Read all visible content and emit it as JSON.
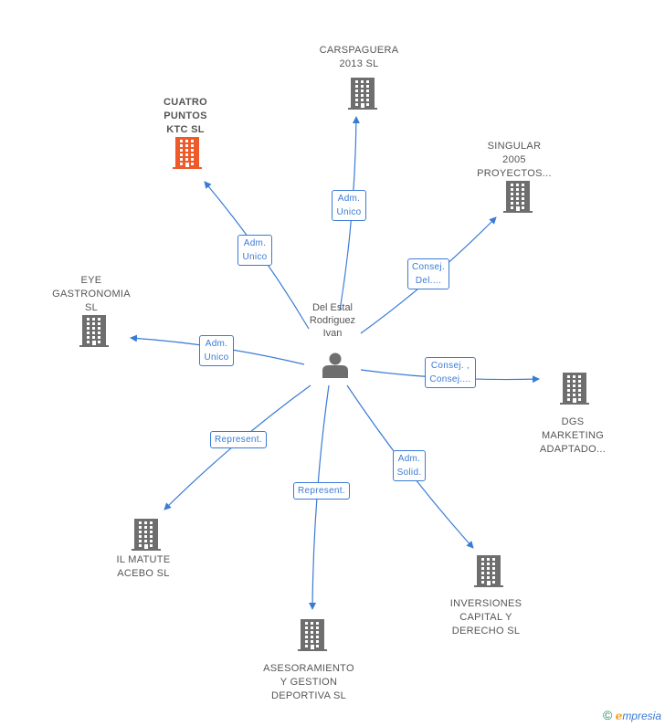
{
  "center": {
    "label": "Del Estal\nRodriguez\nIvan"
  },
  "nodes": [
    {
      "id": "carspaguera",
      "label": "CARSPAGUERA\n2013  SL",
      "highlight": false
    },
    {
      "id": "cuatro",
      "label": "CUATRO\nPUNTOS\nKTC  SL",
      "highlight": true
    },
    {
      "id": "singular",
      "label": "SINGULAR\n2005\nPROYECTOS...",
      "highlight": false
    },
    {
      "id": "eye",
      "label": "EYE\nGASTRONOMIA\nSL",
      "highlight": false
    },
    {
      "id": "dgs",
      "label": "DGS\nMARKETING\nADAPTADO...",
      "highlight": false
    },
    {
      "id": "matute",
      "label": "IL MATUTE\nACEBO SL",
      "highlight": false
    },
    {
      "id": "inversiones",
      "label": "INVERSIONES\nCAPITAL Y\nDERECHO SL",
      "highlight": false
    },
    {
      "id": "asesoramiento",
      "label": "ASESORAMIENTO\nY GESTION\nDEPORTIVA SL",
      "highlight": false
    }
  ],
  "edges": [
    {
      "to": "carspaguera",
      "label": "Adm.\nUnico"
    },
    {
      "to": "cuatro",
      "label": "Adm.\nUnico"
    },
    {
      "to": "singular",
      "label": "Consej.\nDel...."
    },
    {
      "to": "eye",
      "label": "Adm.\nUnico"
    },
    {
      "to": "dgs",
      "label": "Consej. ,\nConsej...."
    },
    {
      "to": "matute",
      "label": "Represent."
    },
    {
      "to": "inversiones",
      "label": "Adm.\nSolid."
    },
    {
      "to": "asesoramiento",
      "label": "Represent."
    }
  ],
  "colors": {
    "edge": "#3a7bd5",
    "building": "#6e6e6e",
    "building_highlight": "#ef5a2a",
    "person": "#6e6e6e"
  },
  "icons": {
    "company": "building-icon",
    "person": "person-icon"
  },
  "footer": {
    "copyright": "©",
    "brand_initial": "e",
    "brand_rest": "mpresia"
  }
}
